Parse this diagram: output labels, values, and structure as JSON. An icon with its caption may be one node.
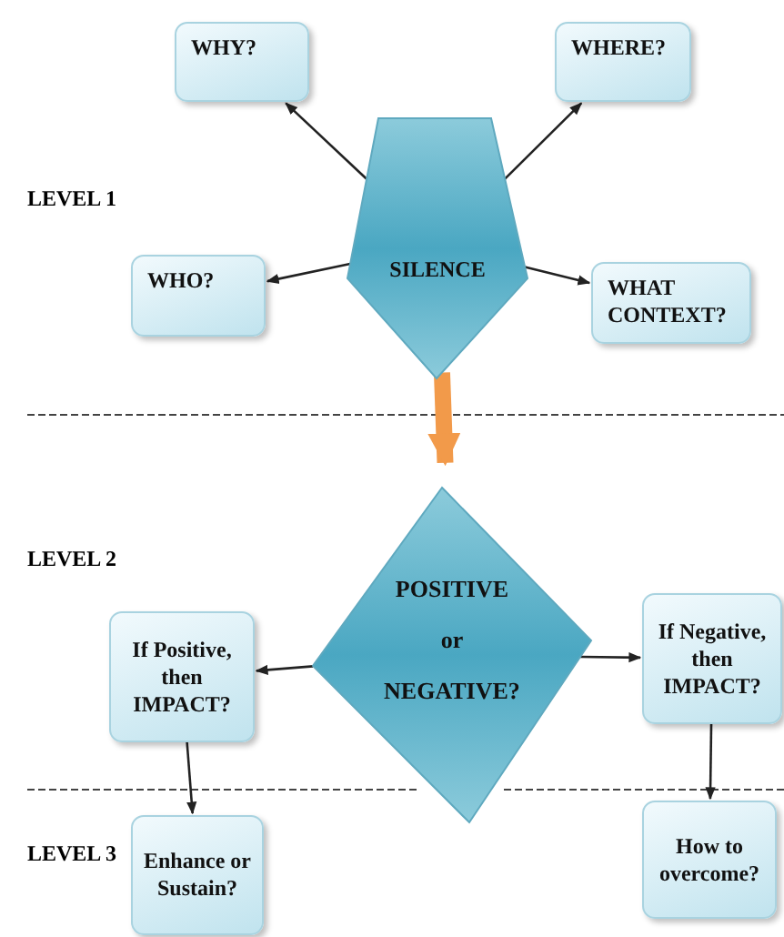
{
  "diagram": {
    "nodes": [
      {
        "text": [
          "SILENCE"
        ]
      },
      {
        "text": [
          "WHY?"
        ]
      },
      {
        "text": [
          "WHERE?"
        ]
      },
      {
        "text": [
          "WHO?"
        ]
      },
      {
        "text": [
          "WHAT CONTEXT?"
        ]
      },
      {
        "text": [
          "POSITIVE",
          "or",
          "NEGATIVE?"
        ]
      },
      {
        "text": [
          "If Positive, then IMPACT?"
        ]
      },
      {
        "text": [
          "If Negative, then IMPACT?"
        ]
      },
      {
        "text": [
          "Enhance or Sustain?"
        ]
      },
      {
        "text": [
          "How to overcome?"
        ]
      }
    ],
    "edges": [
      {
        "from": 0,
        "to": 1,
        "arrow": "to"
      },
      {
        "from": 0,
        "to": 2,
        "arrow": "to"
      },
      {
        "from": 0,
        "to": 3,
        "arrow": "to"
      },
      {
        "from": 0,
        "to": 4,
        "arrow": "to"
      },
      {
        "from": 0,
        "to": 5,
        "arrow": "to",
        "style": "thick",
        "color": "#f29a4a"
      },
      {
        "from": 5,
        "to": 6,
        "arrow": "to"
      },
      {
        "from": 5,
        "to": 7,
        "arrow": "to"
      },
      {
        "from": 6,
        "to": 8,
        "arrow": "to"
      },
      {
        "from": 7,
        "to": 9,
        "arrow": "to"
      }
    ],
    "labels": [
      "LEVEL 1",
      "LEVEL 2",
      "LEVEL 3"
    ]
  }
}
